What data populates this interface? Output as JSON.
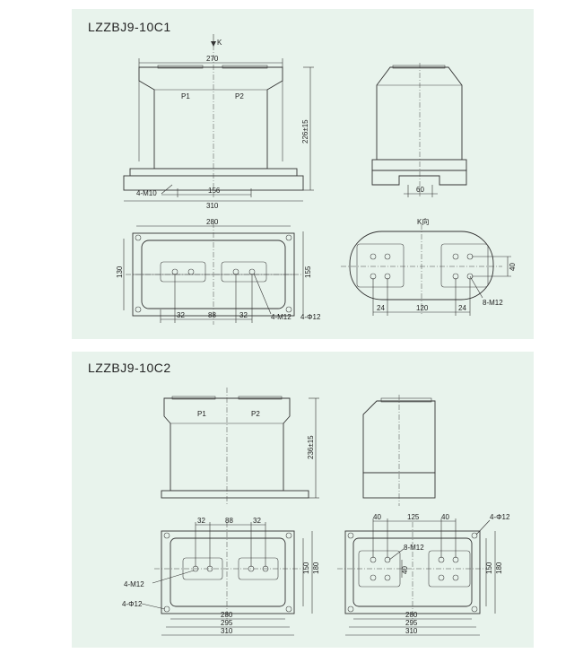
{
  "panel1": {
    "title": "LZZBJ9-10C1",
    "front": {
      "arrow_label": "K",
      "top_width": "270",
      "terminal_left": "P1",
      "terminal_right": "P2",
      "height": "226±15",
      "base_hole_label": "4-M10",
      "hole_spacing": "156",
      "base_width": "310"
    },
    "side": {
      "base_spacing": "60"
    },
    "plan": {
      "overall_width": "280",
      "height_left": "130",
      "height_right": "155",
      "bolt_offset_left": "32",
      "bolt_gap": "88",
      "bolt_offset_right": "32",
      "terminal_label": "4-M12",
      "hole_label": "4-Φ12"
    },
    "kview": {
      "label": "K向",
      "bolt_spacing": "40",
      "dim_left": "24",
      "dim_mid": "120",
      "dim_right": "24",
      "bolt_label": "8-M12"
    }
  },
  "panel2": {
    "title": "LZZBJ9-10C2",
    "front": {
      "terminal_left": "P1",
      "terminal_right": "P2",
      "height": "236±15"
    },
    "plan": {
      "bolt_offset_left": "32",
      "bolt_gap": "88",
      "bolt_offset_right": "32",
      "terminal_label": "4-M12",
      "hole_label": "4-Φ12",
      "h_inner": "150",
      "h_outer": "180",
      "w_inner": "280",
      "w_mid": "295",
      "w_outer": "310"
    },
    "kplan": {
      "bolt_left": "40",
      "bolt_mid": "125",
      "bolt_right": "40",
      "hole_label": "4-Φ12",
      "bolt_label": "8-M12",
      "v_spacing": "40",
      "h_inner": "150",
      "h_outer": "180",
      "w_inner": "280",
      "w_mid": "295",
      "w_outer": "310"
    }
  }
}
